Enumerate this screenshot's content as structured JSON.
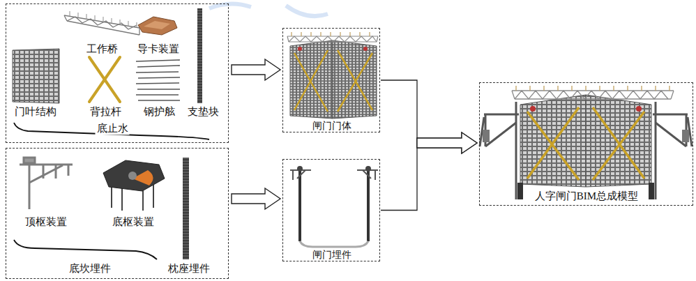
{
  "diagram": {
    "nodes": [
      {
        "text": [
          "工作桥",
          "导卡装置",
          "门叶结构",
          "背拉杆",
          "钢护舷",
          "支垫块",
          "底止水"
        ]
      },
      {
        "text": [
          "顶枢装置",
          "底枢装置",
          "底坎埋件",
          "枕座埋件"
        ]
      },
      {
        "text": [
          "闸门门体"
        ]
      },
      {
        "text": [
          "闸门埋件"
        ]
      },
      {
        "text": [
          "人字闸门BIM总成模型"
        ]
      }
    ],
    "edges": [
      {
        "from": 0,
        "to": 2,
        "arrow": "to"
      },
      {
        "from": 1,
        "to": 3,
        "arrow": "to"
      },
      {
        "from": 2,
        "to": 4,
        "arrow": "to"
      },
      {
        "from": 3,
        "to": 4,
        "arrow": "to"
      }
    ]
  }
}
